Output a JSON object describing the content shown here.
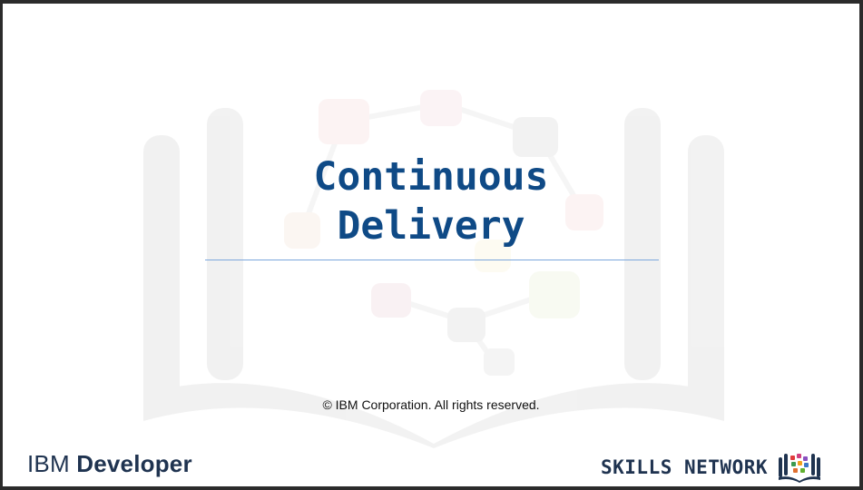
{
  "slide": {
    "title_line1": "Continuous",
    "title_line2": "Delivery",
    "copyright": "© IBM Corporation. All rights reserved."
  },
  "footer": {
    "ibm_brand_light": "IBM ",
    "ibm_brand_bold": "Developer",
    "skills_network_label": "SKILLS NETWORK"
  },
  "icons": {
    "watermark": "book-network-watermark-icon",
    "skills_logo": "skills-network-book-icon"
  },
  "colors": {
    "title": "#0f4a86",
    "divider": "#7ba6dc",
    "brand_text": "#1f3350",
    "background": "#ffffff"
  }
}
